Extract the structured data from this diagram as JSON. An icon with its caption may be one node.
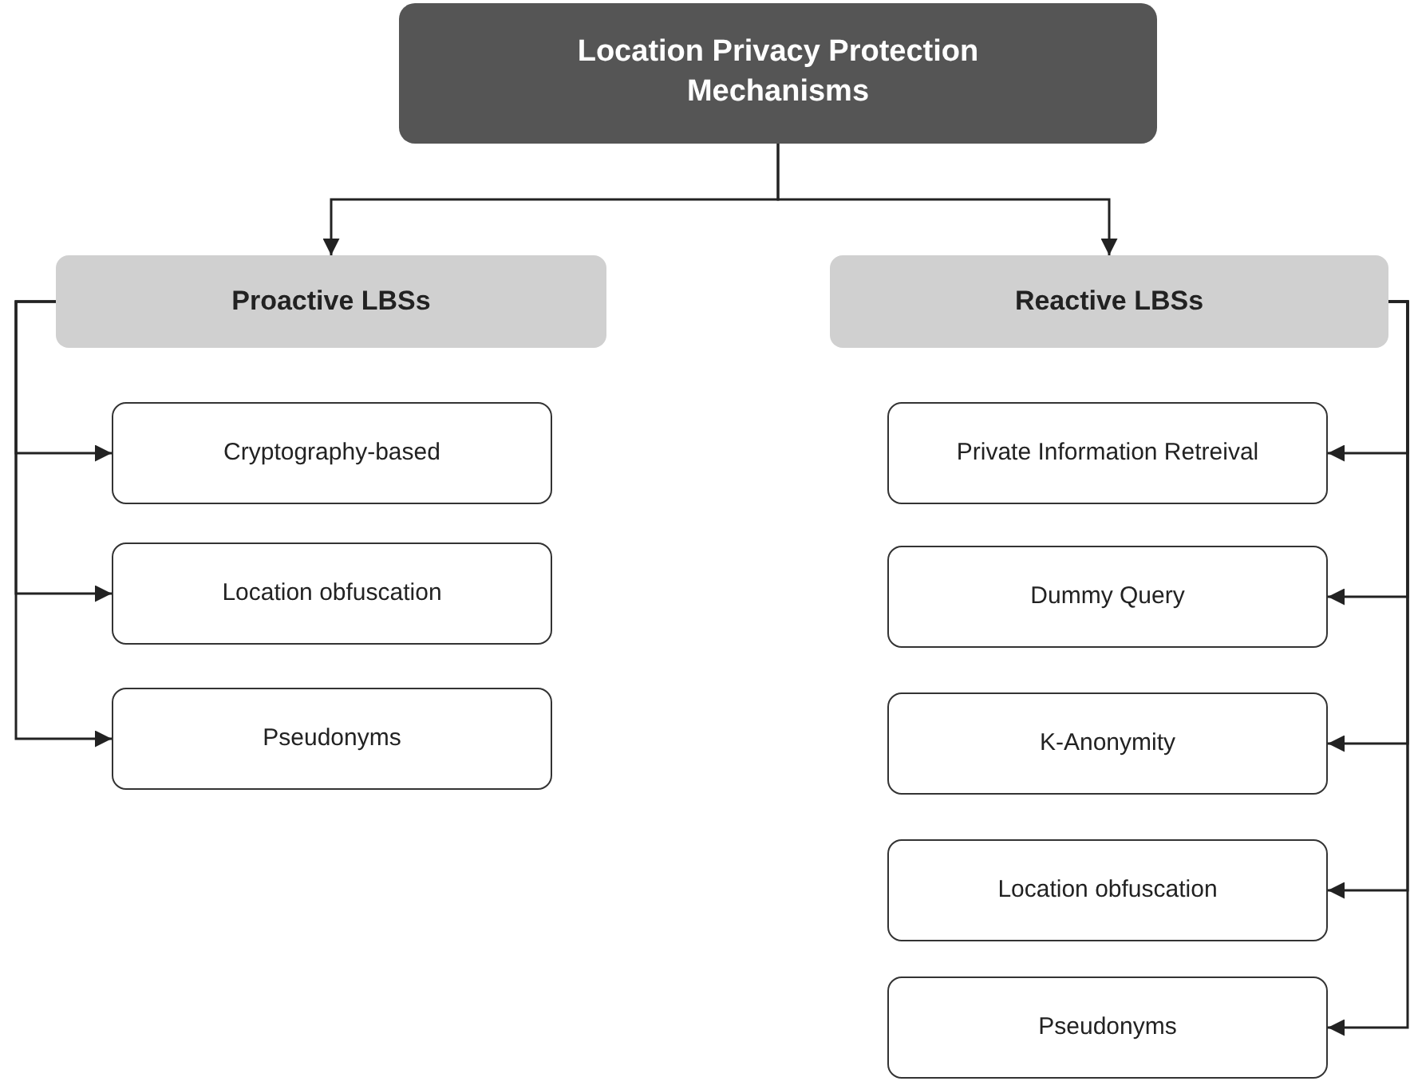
{
  "diagram": {
    "nodes": [
      {
        "text": [
          "Location Privacy Protection Mechanisms"
        ]
      },
      {
        "text": [
          "Proactive LBSs"
        ]
      },
      {
        "text": [
          "Reactive LBSs"
        ]
      },
      {
        "text": [
          "Cryptography-based"
        ]
      },
      {
        "text": [
          "Location obfuscation"
        ]
      },
      {
        "text": [
          "Pseudonyms"
        ]
      },
      {
        "text": [
          "Private Information Retreival"
        ]
      },
      {
        "text": [
          "Dummy Query"
        ]
      },
      {
        "text": [
          "K-Anonymity"
        ]
      },
      {
        "text": [
          "Location obfuscation"
        ]
      },
      {
        "text": [
          "Pseudonyms"
        ]
      }
    ],
    "edges": [
      {
        "from": 0,
        "to": 1,
        "arrow": "to"
      },
      {
        "from": 0,
        "to": 2,
        "arrow": "to"
      },
      {
        "from": 1,
        "to": 3,
        "arrow": "to"
      },
      {
        "from": 1,
        "to": 4,
        "arrow": "to"
      },
      {
        "from": 1,
        "to": 5,
        "arrow": "to"
      },
      {
        "from": 2,
        "to": 6,
        "arrow": "to"
      },
      {
        "from": 2,
        "to": 7,
        "arrow": "to"
      },
      {
        "from": 2,
        "to": 8,
        "arrow": "to"
      },
      {
        "from": 2,
        "to": 9,
        "arrow": "to"
      },
      {
        "from": 2,
        "to": 10,
        "arrow": "to"
      }
    ]
  }
}
